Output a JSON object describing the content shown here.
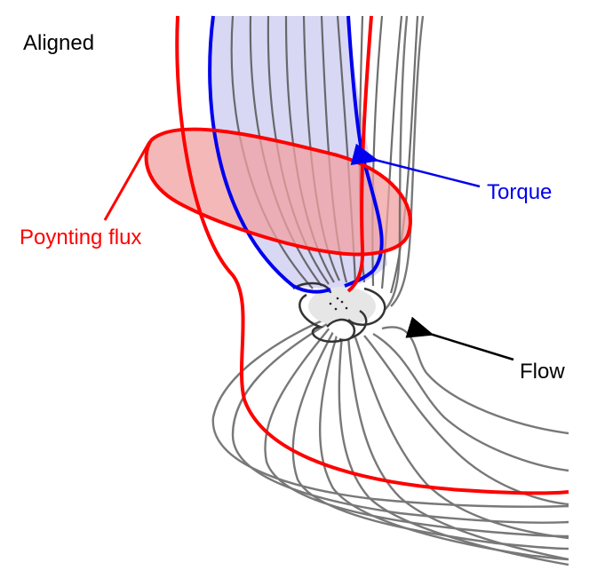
{
  "title": "Aligned",
  "labels": {
    "poynting_flux": "Poynting flux",
    "torque": "Torque",
    "flow": "Flow"
  },
  "colors": {
    "poynting": "#ff0000",
    "torque": "#0000ee",
    "flow": "#000000",
    "field_lines": "#666666",
    "torque_fill": "#c8c8f0",
    "poynting_fill": "#f7a8a8"
  }
}
